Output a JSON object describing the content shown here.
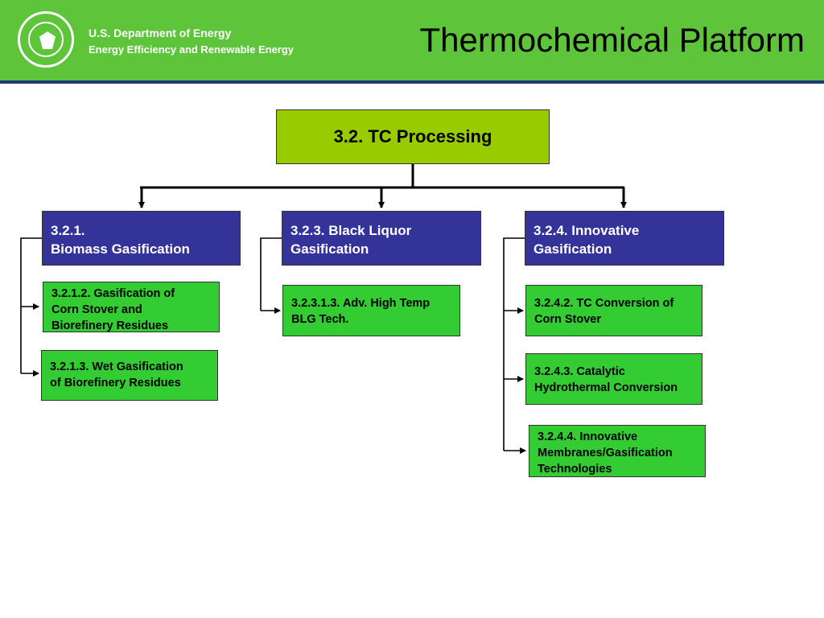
{
  "header": {
    "org_name": "U.S. Department of Energy",
    "org_office": "Energy Efficiency and Renewable Energy",
    "slide_title": "Thermochemical Platform"
  },
  "colors": {
    "header_green": "#5ec43a",
    "header_rule": "#1f3a7a",
    "root_fill": "#99cc00",
    "level1_fill": "#333399",
    "level2_fill": "#33cc33"
  },
  "chart": {
    "root": "3.2. TC Processing",
    "branches": [
      {
        "line1": "3.2.1.",
        "line2": "Biomass Gasification",
        "children": [
          {
            "line1": "3.2.1.2. Gasification of",
            "line2": "Corn Stover and",
            "line3": "Biorefinery Residues"
          },
          {
            "line1": "3.2.1.3. Wet Gasification",
            "line2": "of Biorefinery Residues"
          }
        ]
      },
      {
        "line1": "3.2.3.  Black Liquor",
        "line2": "Gasification",
        "children": [
          {
            "line1": "3.2.3.1.3. Adv. High Temp",
            "line2": "BLG Tech."
          }
        ]
      },
      {
        "line1": "3.2.4.  Innovative",
        "line2": "Gasification",
        "children": [
          {
            "line1": "3.2.4.2. TC Conversion of",
            "line2": "Corn Stover"
          },
          {
            "line1": "3.2.4.3.  Catalytic",
            "line2": "Hydrothermal Conversion"
          },
          {
            "line1": "3.2.4.4.  Innovative",
            "line2": "Membranes/Gasification",
            "line3": "Technologies"
          }
        ]
      }
    ]
  }
}
